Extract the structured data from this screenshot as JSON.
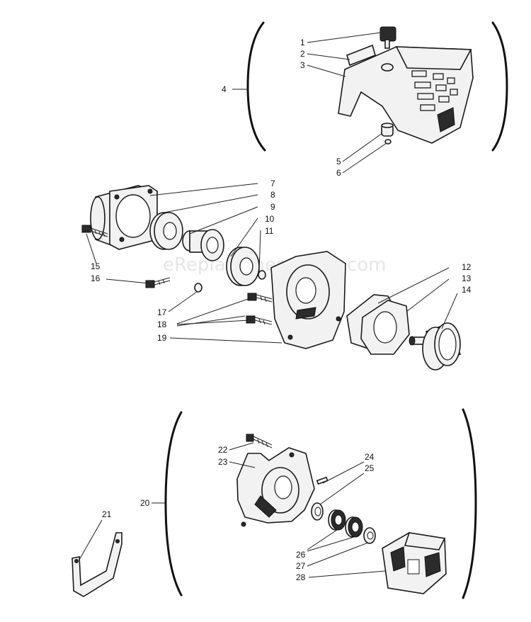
{
  "watermark": "eReplacementParts.com",
  "labels": {
    "l1": "1",
    "l2": "2",
    "l3": "3",
    "l4": "4",
    "l5": "5",
    "l6": "6",
    "l7": "7",
    "l8": "8",
    "l9": "9",
    "l10": "10",
    "l11": "11",
    "l12": "12",
    "l13": "13",
    "l14": "14",
    "l15": "15",
    "l16": "16",
    "l17": "17",
    "l18": "18",
    "l19": "19",
    "l20": "20",
    "l21": "21",
    "l22": "22",
    "l23": "23",
    "l24": "24",
    "l25": "25",
    "l26": "26",
    "l27": "27",
    "l28": "28"
  }
}
